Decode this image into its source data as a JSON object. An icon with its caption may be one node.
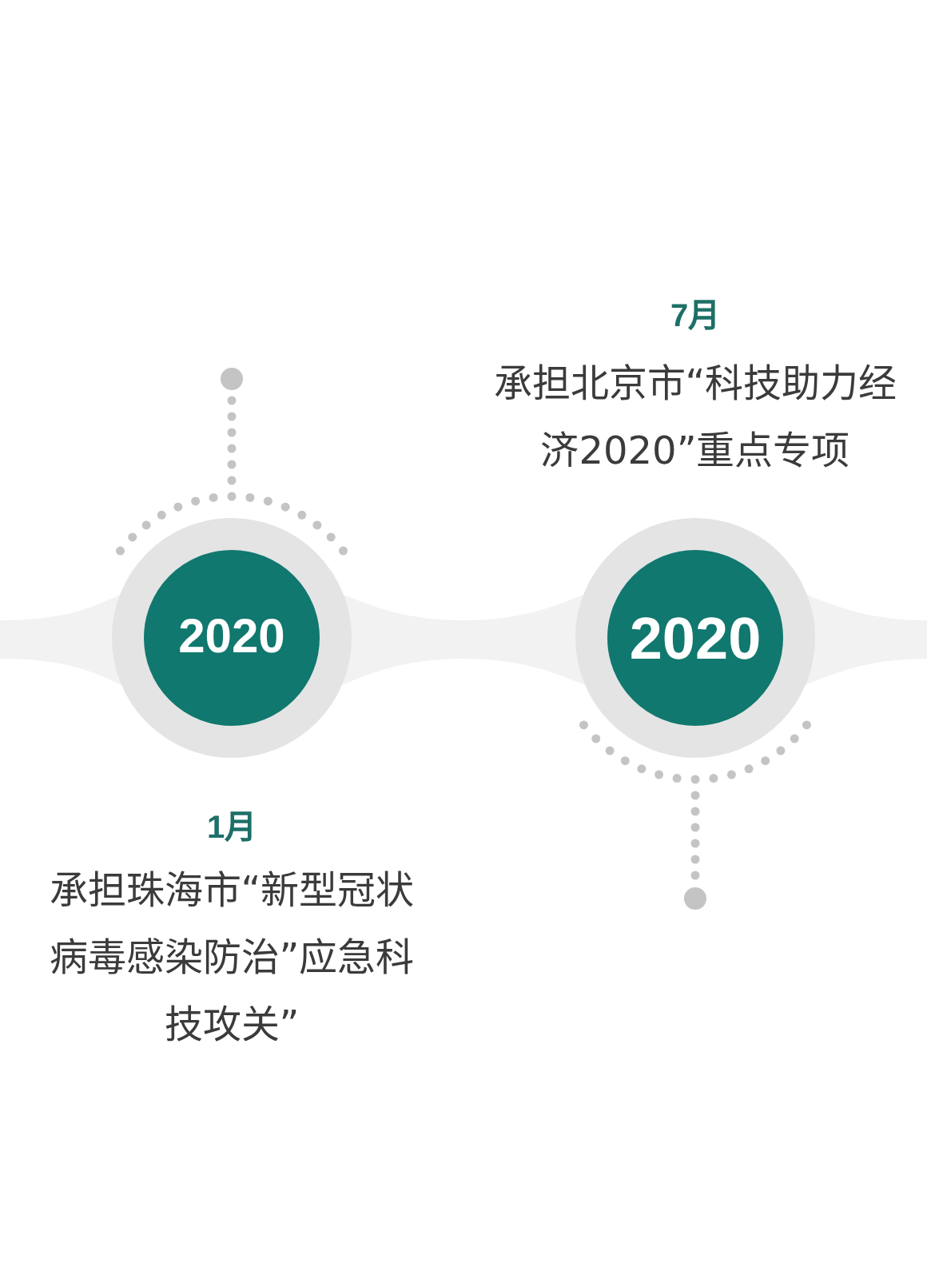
{
  "diagram": {
    "nodes": [
      {
        "text": [
          "2020"
        ],
        "beside": [
          "1月",
          "承担珠海市“新型冠状病毒感染防治”应急科技攻关”"
        ]
      },
      {
        "text": [],
        "shape": "circle"
      },
      {
        "text": [
          "2020"
        ],
        "beside": [
          "7月",
          "承担北京市“科技助力经济2020”重点专项"
        ]
      },
      {
        "text": [],
        "shape": "circle"
      }
    ],
    "edges": [
      {
        "from": 0,
        "to": 1,
        "arrow": "none"
      },
      {
        "from": 2,
        "to": 3,
        "arrow": "none"
      }
    ]
  }
}
